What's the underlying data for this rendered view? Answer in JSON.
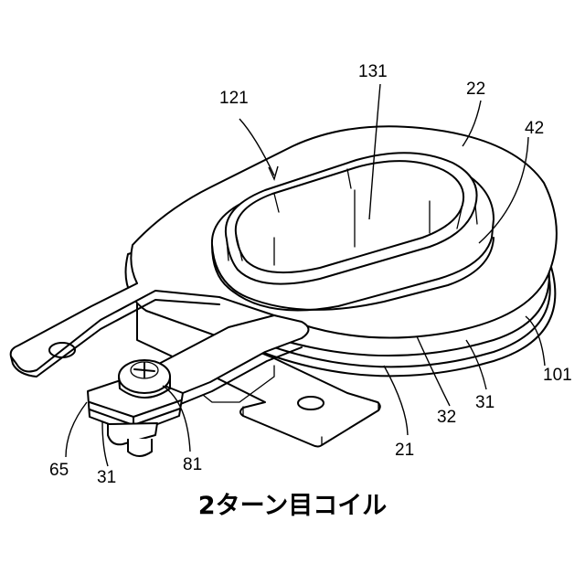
{
  "labels": {
    "l121": "121",
    "l131": "131",
    "l22": "22",
    "l42": "42",
    "l101": "101",
    "l31a": "31",
    "l32": "32",
    "l21": "21",
    "l65": "65",
    "l31b": "31",
    "l81": "81"
  },
  "caption": "2ターン目コイル"
}
